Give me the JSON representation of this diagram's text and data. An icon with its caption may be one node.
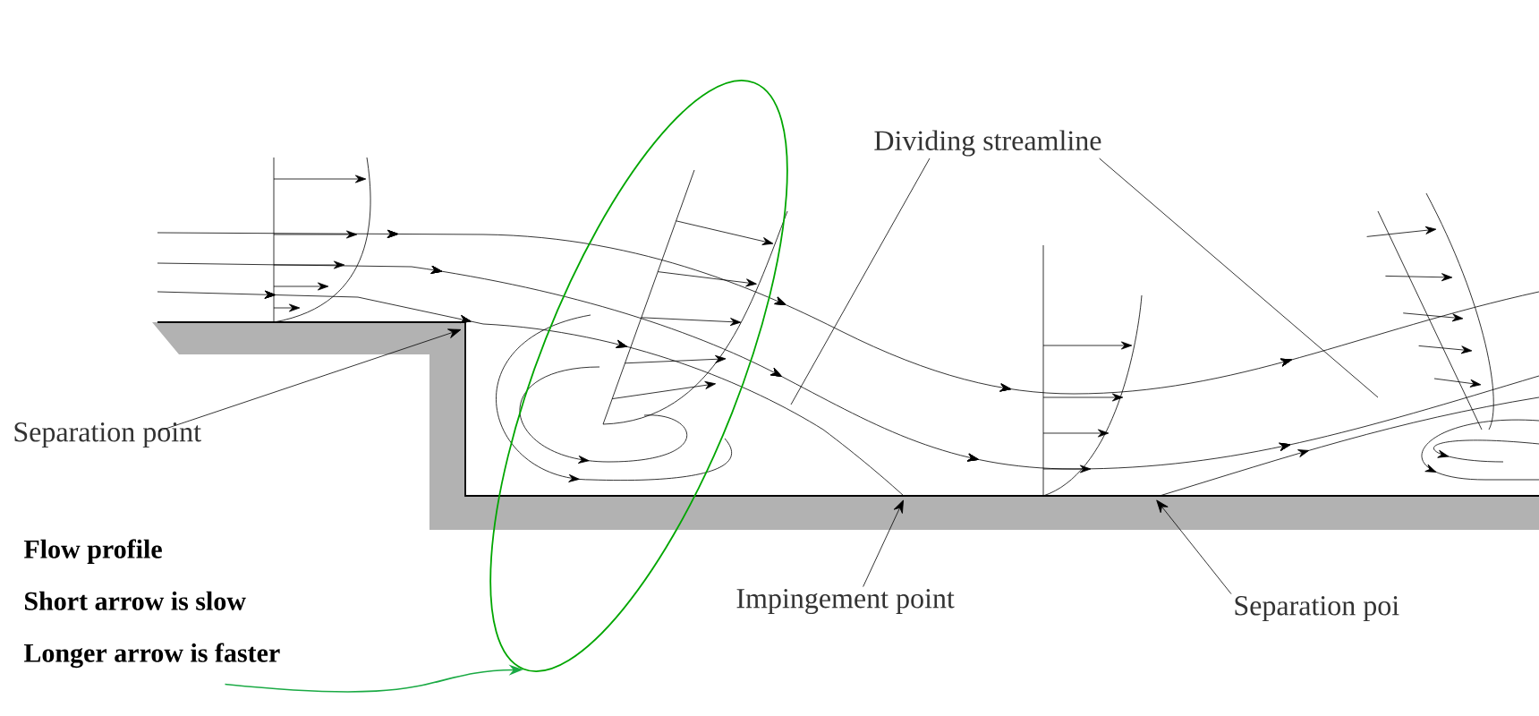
{
  "diagram": {
    "nodes": [
      {
        "text": [
          "Dividing streamline"
        ]
      },
      {
        "text": [
          "Separation point"
        ]
      },
      {
        "text": [
          "Impingement point"
        ]
      },
      {
        "text": [
          "Separation poi"
        ]
      },
      {
        "text": [
          "Flow profile",
          "Short arrow is slow",
          "Longer arrow is faster"
        ]
      },
      {
        "text": [],
        "shape": "ellipse"
      }
    ],
    "edges": [
      {
        "from": 0,
        "to": null,
        "arrow": "none"
      },
      {
        "from": 0,
        "to": null,
        "arrow": "none"
      },
      {
        "from": 1,
        "to": null,
        "arrow": "to"
      },
      {
        "from": 2,
        "to": null,
        "arrow": "to"
      },
      {
        "from": 3,
        "to": null,
        "arrow": "to"
      },
      {
        "from": 4,
        "to": 5,
        "arrow": "to",
        "color": "#1aaa44"
      }
    ]
  }
}
